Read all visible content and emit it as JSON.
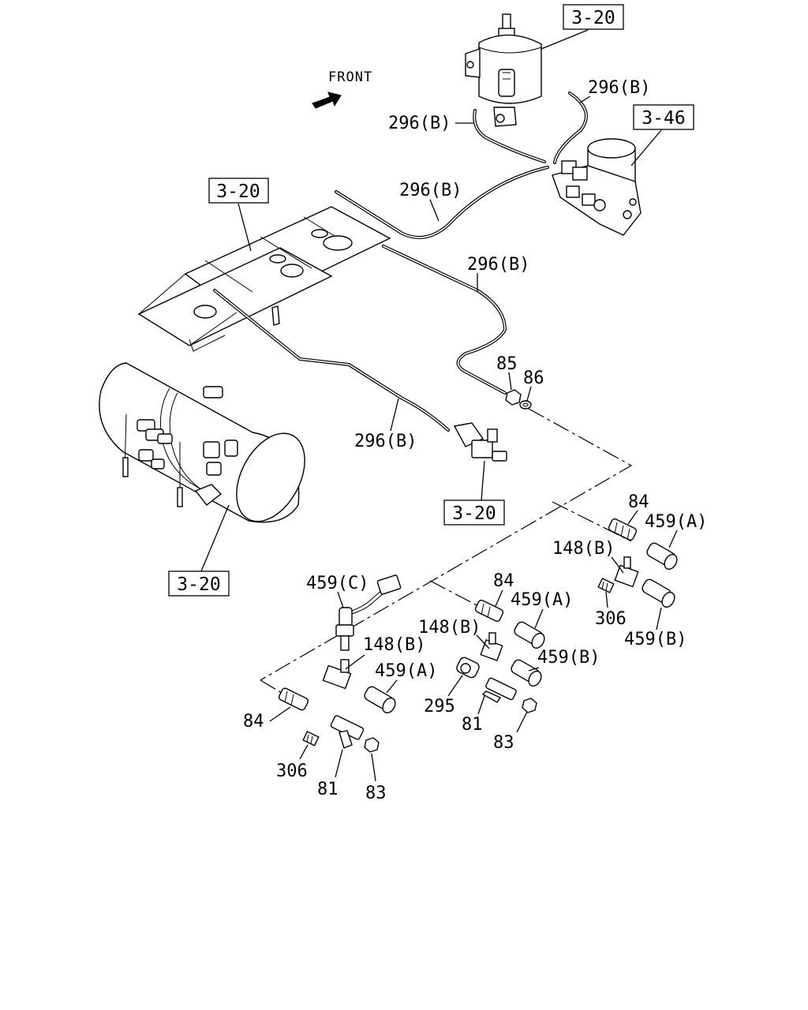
{
  "orientation": {
    "front_label": "FRONT",
    "arrow_icon": "front-arrow-icon"
  },
  "refs": {
    "air_dryer": "3-20",
    "compressor_governor": "3-46",
    "frame_crossmember": "3-20",
    "valve_bracket": "3-20",
    "air_tank": "3-20"
  },
  "labels": {
    "pipe_dryer_outlet_right": "296(B)",
    "pipe_dryer_outlet_left": "296(B)",
    "pipe_frame_upper": "296(B)",
    "pipe_frame_right": "296(B)",
    "pipe_frame_lower": "296(B)",
    "nut_85": "85",
    "washer_86": "86",
    "adapter_84_right": "84",
    "switch_459a_right": "459(A)",
    "tee_148b_right": "148(B)",
    "plug_306_right": "306",
    "switch_459b_right": "459(B)",
    "switch_459c": "459(C)",
    "adapter_84_mid": "84",
    "switch_459a_mid": "459(A)",
    "tee_148b_mid": "148(B)",
    "tee_148b_left": "148(B)",
    "switch_459b_mid": "459(B)",
    "switch_459a_left": "459(A)",
    "valve_295": "295",
    "drain_cock_81_mid": "81",
    "cap_83_mid": "83",
    "adapter_84_left": "84",
    "plug_306_left": "306",
    "drain_cock_81_left": "81",
    "cap_83_left": "83"
  }
}
